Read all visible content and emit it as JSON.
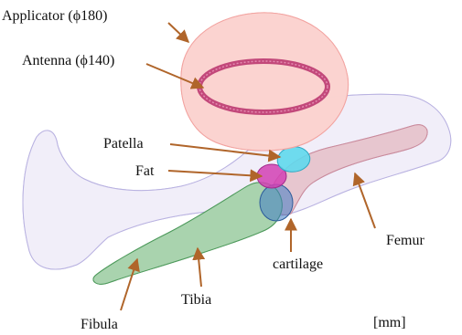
{
  "labels": {
    "applicator": "Applicator (ϕ180)",
    "antenna": "Antenna (ϕ140)",
    "patella": "Patella",
    "fat": "Fat",
    "femur": "Femur",
    "cartilage": "cartilage",
    "tibia": "Tibia",
    "fibula": "Fibula",
    "unit": "[mm]"
  },
  "colors": {
    "applicator_fill": "#fbd3cf",
    "applicator_mesh": "#f2a3a0",
    "antenna_ring": "#c2487a",
    "leg_fill": "#f1eef9",
    "leg_mesh": "#b9b2e1",
    "tibia_fibula": "#4e9a5c",
    "femur": "#c98a9c",
    "patella": "#5fd8ec",
    "fat": "#d23fb4",
    "cartilage": "#3f7bc4",
    "arrow": "#b0652a"
  }
}
